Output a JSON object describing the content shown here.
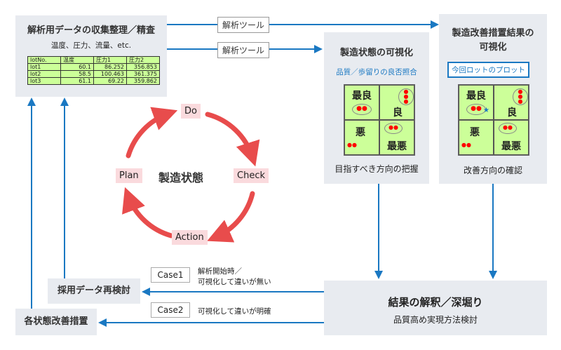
{
  "collect": {
    "title": "解析用データの収集整理／精査",
    "subtitle": "温度、圧力、流量、etc.",
    "table": {
      "headers": [
        "lotNo.",
        "温度",
        "圧力1",
        "圧力2"
      ],
      "rows": [
        [
          "lot1",
          "60.1",
          "86.252",
          "356.853"
        ],
        [
          "lot2",
          "58.5",
          "100.463",
          "361.375"
        ],
        [
          "lot3",
          "61.1",
          "69.22",
          "359.862"
        ]
      ]
    }
  },
  "tool_label_1": "解析ツール",
  "tool_label_2": "解析ツール",
  "visualize": {
    "title": "製造状態の可視化",
    "subtitle": "品質／歩留りの良否照合",
    "caption": "目指すべき方向の把握"
  },
  "result": {
    "title_line1": "製造改善措置結果の",
    "title_line2": "可視化",
    "callout": "今回ロットのプロット",
    "caption": "改善方向の確認"
  },
  "quadrants": {
    "best": "最良",
    "good": "良",
    "bad": "悪",
    "worst": "最悪"
  },
  "cycle": {
    "center": "製造状態",
    "do": "Do",
    "check": "Check",
    "action": "Action",
    "plan": "Plan"
  },
  "interpret": {
    "title": "結果の解釈／深堀り",
    "subtitle": "品質高め実現方法検討"
  },
  "case1": {
    "label": "Case1",
    "line1": "解析開始時／",
    "line2": "可視化して違いが無い"
  },
  "case2": {
    "label": "Case2",
    "text": "可視化して違いが明確"
  },
  "reexamine": "採用データ再検討",
  "improve": "各状態改善措置",
  "colors": {
    "arrow": "#1a78c2",
    "cycle": "#e84c4c",
    "box": "#e8ebf0",
    "grid": "#ccff99"
  }
}
